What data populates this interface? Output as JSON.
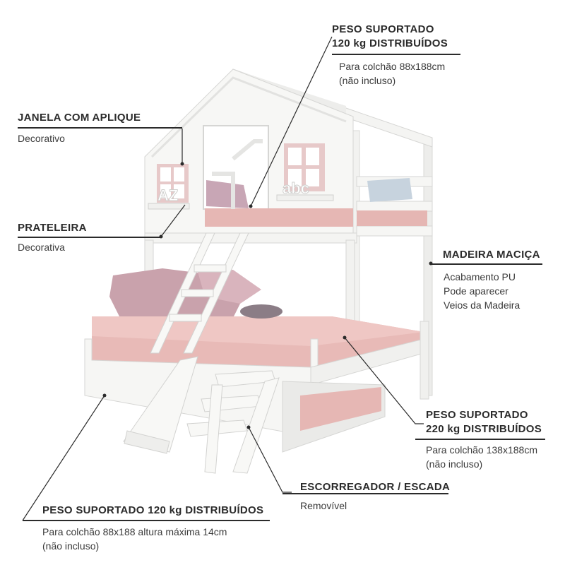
{
  "colors": {
    "text": "#2b2b2b",
    "wood": "#f7f7f5",
    "mattress": "#e6b8b5",
    "pillow": "#c6a1aa",
    "leader": "#2b2b2b"
  },
  "callouts": {
    "peso_top": {
      "title1": "PESO SUPORTADO",
      "title2": "120 kg DISTRIBUÍDOS",
      "desc1": "Para colchão 88x188cm",
      "desc2": "(não incluso)"
    },
    "janela": {
      "title": "JANELA COM APLIQUE",
      "desc": "Decorativo"
    },
    "prateleira": {
      "title": "PRATELEIRA",
      "desc": "Decorativa"
    },
    "madeira": {
      "title": "MADEIRA MACIÇA",
      "desc1": "Acabamento PU",
      "desc2": "Pode aparecer",
      "desc3": "Veios da Madeira"
    },
    "peso_mid": {
      "title1": "PESO SUPORTADO",
      "title2": "220 kg DISTRIBUÍDOS",
      "desc1": "Para colchão 138x188cm",
      "desc2": "(não incluso)"
    },
    "escorregador": {
      "title": "ESCORREGADOR / ESCADA",
      "desc": "Removível"
    },
    "peso_bottom": {
      "title": "PESO SUPORTADO 120 kg DISTRIBUÍDOS",
      "desc1": "Para colchão 88x188 altura máxima 14cm",
      "desc2": "(não incluso)"
    }
  },
  "shelf_letters": {
    "left": "AZ",
    "right": "abc"
  }
}
